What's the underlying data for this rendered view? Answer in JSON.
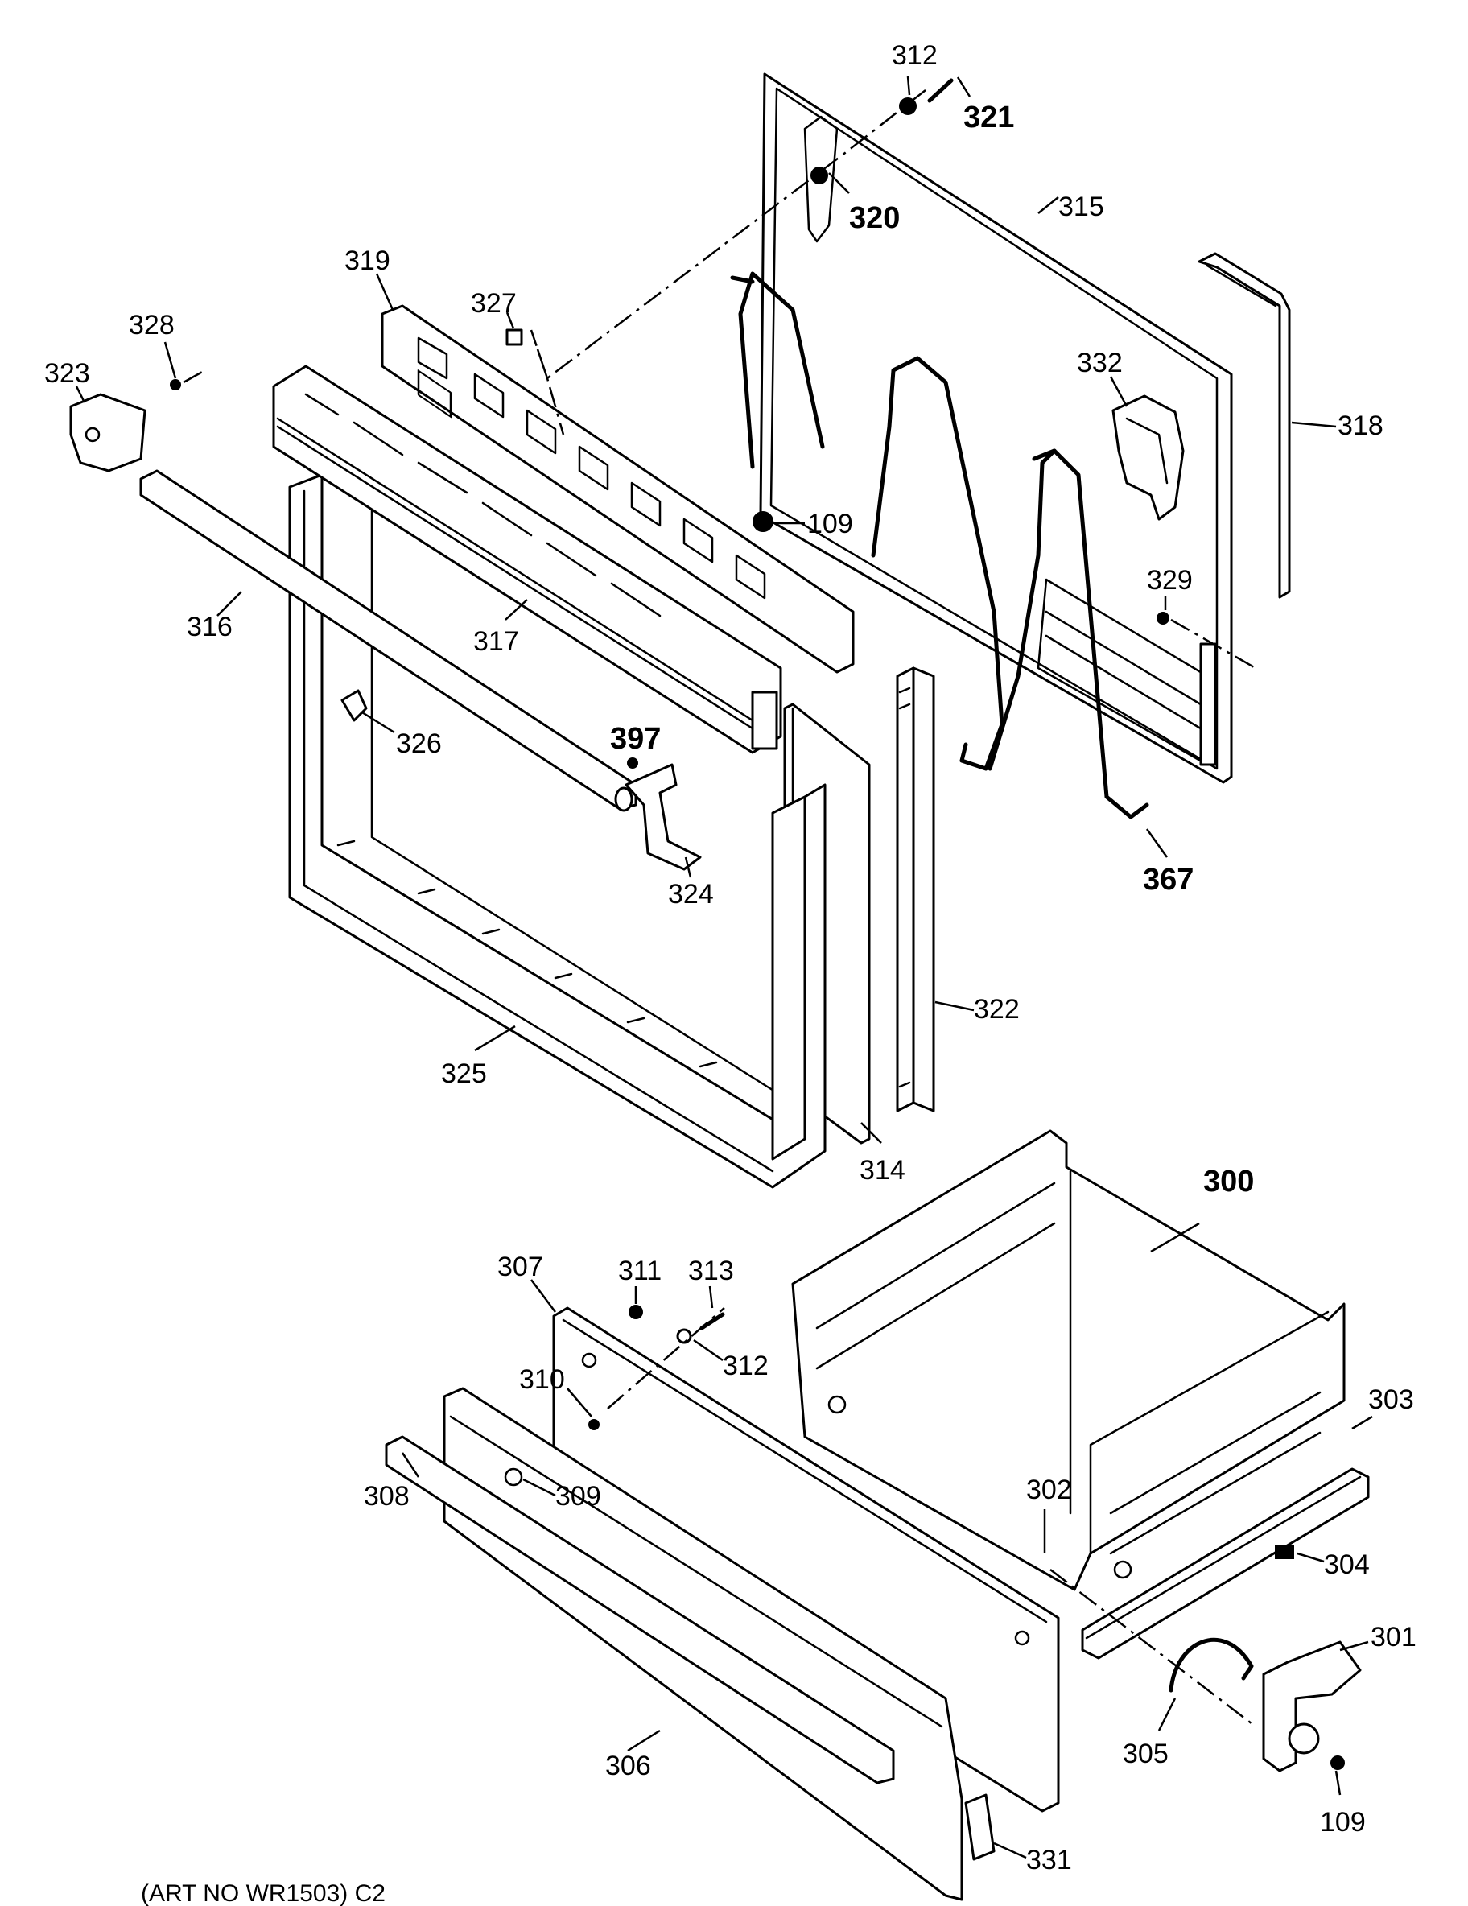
{
  "parts": {
    "p300": "300",
    "p301": "301",
    "p302": "302",
    "p303": "303",
    "p304": "304",
    "p305": "305",
    "p306": "306",
    "p307": "307",
    "p308": "308",
    "p309": "309",
    "p310": "310",
    "p311": "311",
    "p312a": "312",
    "p312b": "312",
    "p313": "313",
    "p314": "314",
    "p315": "315",
    "p316": "316",
    "p317": "317",
    "p318": "318",
    "p319": "319",
    "p320": "320",
    "p321": "321",
    "p322": "322",
    "p323": "323",
    "p324": "324",
    "p325": "325",
    "p326": "326",
    "p327": "327",
    "p328": "328",
    "p329": "329",
    "p331": "331",
    "p332": "332",
    "p367": "367",
    "p397": "397",
    "p109a": "109",
    "p109b": "109"
  },
  "footer": {
    "text": "(ART NO WR1503) C2"
  },
  "colors": {
    "ink": "#000000",
    "paper": "#ffffff"
  }
}
